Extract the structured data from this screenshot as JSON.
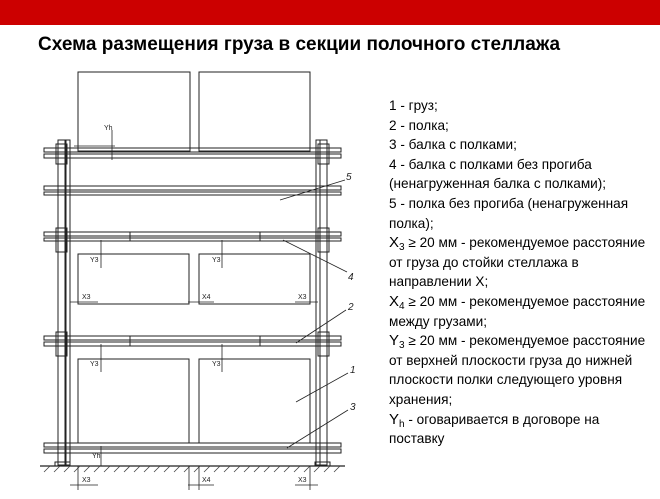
{
  "title": "Схема размещения груза в секции полочного стеллажа",
  "legend": [
    {
      "text": "1 - груз;"
    },
    {
      "text": "2 - полка;"
    },
    {
      "text": "3 - балка с полками;"
    },
    {
      "text": "4 - балка с полками без прогиба (ненагруженная балка с полками);"
    },
    {
      "text": "5 - полка без прогиба (ненагруженная полка);"
    },
    {
      "sym": "X",
      "sub": "3",
      "text": " ≥ 20 мм - рекомендуемое расстояние от груза до стойки стеллажа в направлении X;"
    },
    {
      "sym": "X",
      "sub": "4",
      "text": " ≥ 20 мм - рекомендуемое расстояние между грузами;"
    },
    {
      "sym": "Y",
      "sub": "3",
      "text": " ≥ 20 мм - рекомендуемое расстояние от верхней плоскости груза до нижней плоскости полки следующего уровня хранения;"
    },
    {
      "sym": "Y",
      "sub": "h",
      "text": " - оговаривается в договоре на поставку"
    }
  ],
  "diagram": {
    "callouts": [
      "1",
      "2",
      "3",
      "4",
      "5"
    ],
    "dims": {
      "x3": "X3",
      "x4": "X4",
      "y3": "Y3",
      "yh": "Yh"
    }
  },
  "colors": {
    "topbar": "#cc0000"
  }
}
